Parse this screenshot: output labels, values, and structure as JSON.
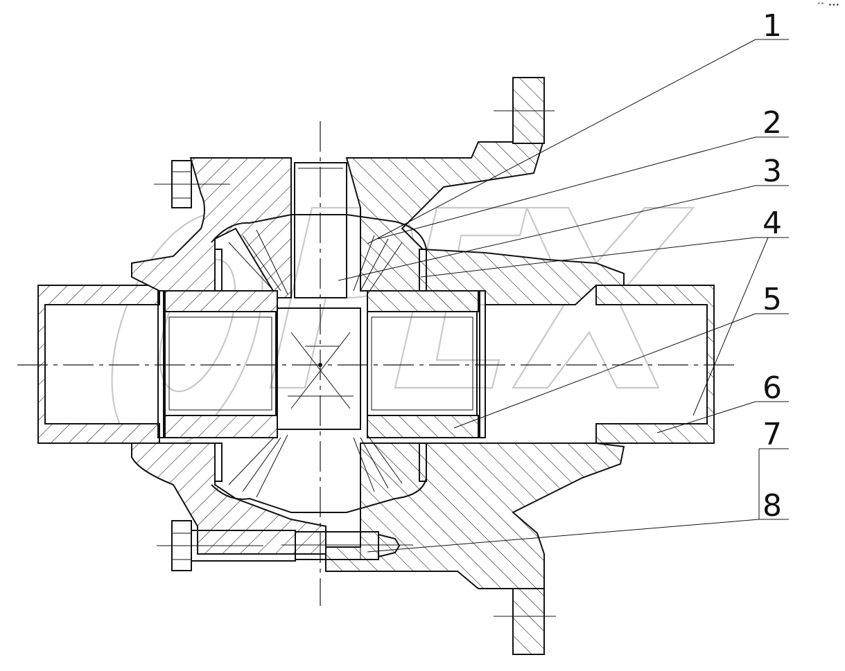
{
  "drawing": {
    "corner_mark": "°° •••",
    "watermark_text": "OPEX",
    "part_labels": [
      "1",
      "2",
      "3",
      "4",
      "5",
      "6",
      "7",
      "8"
    ]
  }
}
